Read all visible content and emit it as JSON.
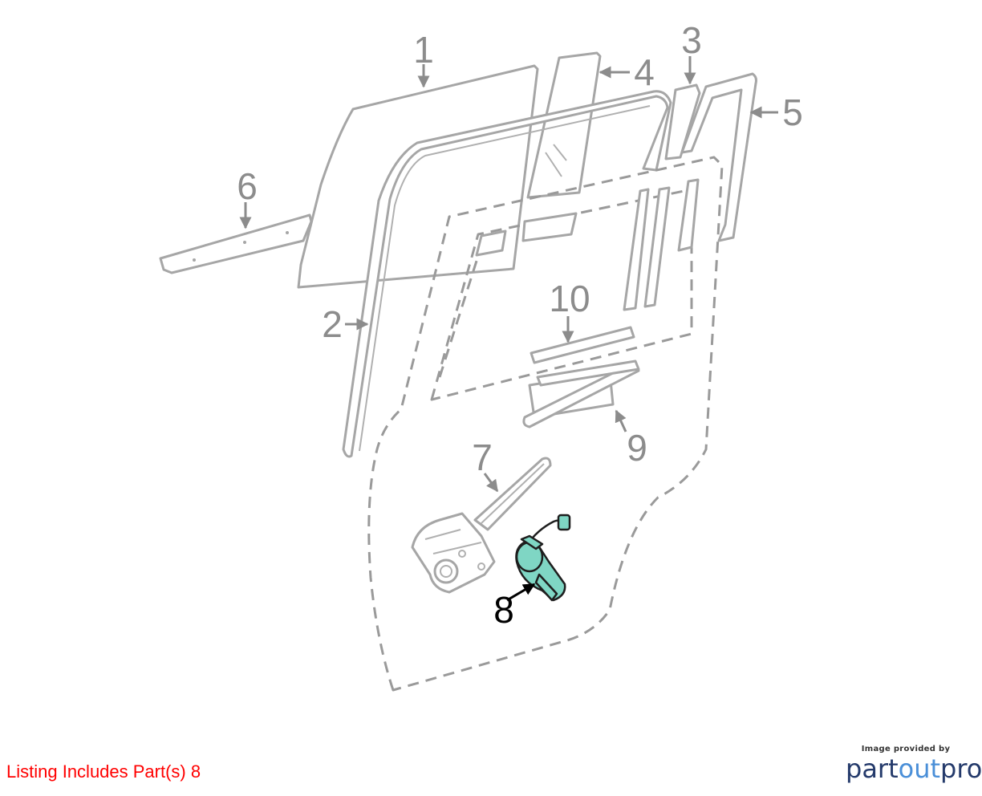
{
  "diagram": {
    "callouts": [
      {
        "id": "1",
        "label": "1",
        "highlighted": false
      },
      {
        "id": "2",
        "label": "2",
        "highlighted": false
      },
      {
        "id": "3",
        "label": "3",
        "highlighted": false
      },
      {
        "id": "4",
        "label": "4",
        "highlighted": false
      },
      {
        "id": "5",
        "label": "5",
        "highlighted": false
      },
      {
        "id": "6",
        "label": "6",
        "highlighted": false
      },
      {
        "id": "7",
        "label": "7",
        "highlighted": false
      },
      {
        "id": "8",
        "label": "8",
        "highlighted": true
      },
      {
        "id": "9",
        "label": "9",
        "highlighted": false
      },
      {
        "id": "10",
        "label": "10",
        "highlighted": false
      }
    ],
    "highlight_color": "#7fd6c4",
    "line_color": "#a6a6a6"
  },
  "footer": {
    "listing_text": "Listing Includes Part(s) 8",
    "listing_color": "#ff0000"
  },
  "brand": {
    "caption": "Image provided by",
    "name_part": "part",
    "name_out": "out",
    "name_pro": "pro"
  }
}
